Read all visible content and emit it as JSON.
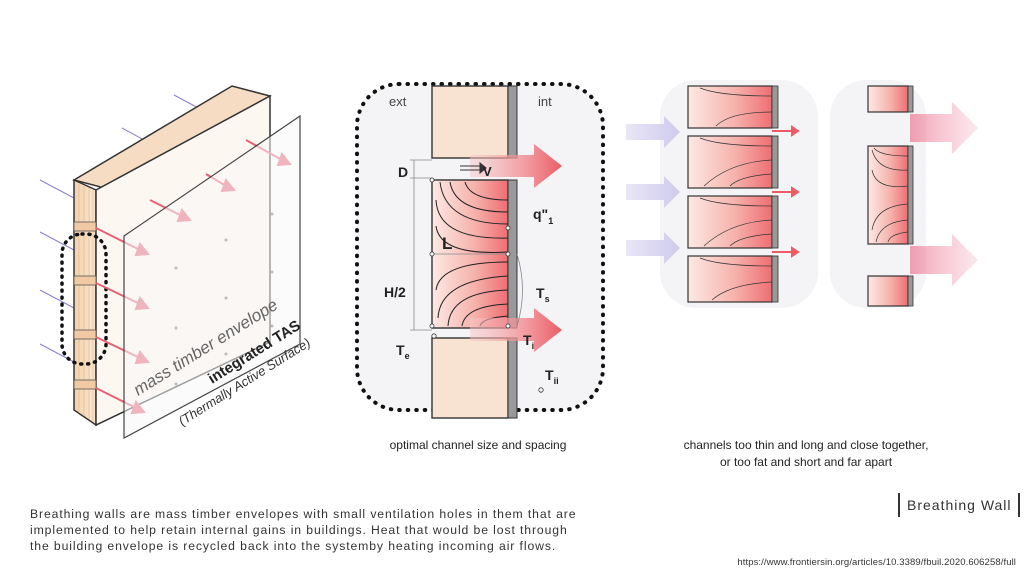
{
  "left_panel": {
    "envelope_label": "mass timber envelope",
    "tas_label": "integrated TAS",
    "tas_sub": "(Thermally Active Surface)"
  },
  "middle_panel": {
    "ext": "ext",
    "int": "int",
    "D": "D",
    "V": "V",
    "L": "L",
    "H2": "H/2",
    "q_main": "q\"",
    "q_sub": "1",
    "Ts_main": "T",
    "Ts_sub": "s",
    "Te_main": "T",
    "Te_sub": "e",
    "Ti_main": "T",
    "Ti_sub": "i",
    "Tii_main": "T",
    "Tii_sub": "ii",
    "caption": "optimal channel size and spacing"
  },
  "right_panel": {
    "caption_line1": "channels too thin and long and close together,",
    "caption_line2": "or too fat and short and far apart"
  },
  "description": "Breathing walls are mass timber envelopes with small ventilation holes in them that are implemented to help retain internal gains in buildings. Heat that would be lost through the building envelope is recycled back into the systemby heating incoming air flows.",
  "badge": "Breathing Wall",
  "source_url": "https://www.frontiersin.org/articles/10.3389/fbuil.2020.606258/full",
  "colors": {
    "wood": "#f6dcc0",
    "heat_red": "#ec5a64",
    "cool_purple": "#d6d3ee"
  }
}
